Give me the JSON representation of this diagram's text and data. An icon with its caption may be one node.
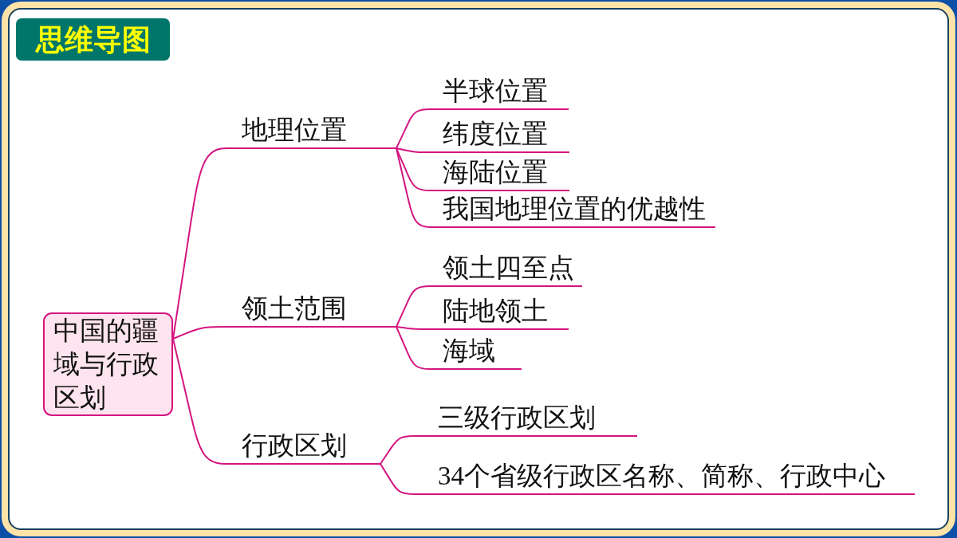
{
  "diagram": {
    "title": "思维导图",
    "nodes": [
      {
        "text": [
          "中国的疆域与行政区划"
        ]
      },
      {
        "text": [
          "地理位置"
        ]
      },
      {
        "text": [
          "半球位置"
        ]
      },
      {
        "text": [
          "纬度位置"
        ]
      },
      {
        "text": [
          "海陆位置"
        ]
      },
      {
        "text": [
          "我国地理位置的优越性"
        ]
      },
      {
        "text": [
          "领土范围"
        ]
      },
      {
        "text": [
          "领土四至点"
        ]
      },
      {
        "text": [
          "陆地领土"
        ]
      },
      {
        "text": [
          "海域"
        ]
      },
      {
        "text": [
          "行政区划"
        ]
      },
      {
        "text": [
          "三级行政区划"
        ]
      },
      {
        "text": [
          "34个省级行政区名称、简称、行政中心"
        ]
      }
    ],
    "edges": [
      {
        "from": 0,
        "to": 1,
        "arrow": "none"
      },
      {
        "from": 0,
        "to": 6,
        "arrow": "none"
      },
      {
        "from": 0,
        "to": 10,
        "arrow": "none"
      },
      {
        "from": 1,
        "to": 2,
        "arrow": "none"
      },
      {
        "from": 1,
        "to": 3,
        "arrow": "none"
      },
      {
        "from": 1,
        "to": 4,
        "arrow": "none"
      },
      {
        "from": 1,
        "to": 5,
        "arrow": "none"
      },
      {
        "from": 6,
        "to": 7,
        "arrow": "none"
      },
      {
        "from": 6,
        "to": 8,
        "arrow": "none"
      },
      {
        "from": 6,
        "to": 9,
        "arrow": "none"
      },
      {
        "from": 10,
        "to": 11,
        "arrow": "none"
      },
      {
        "from": 10,
        "to": 12,
        "arrow": "none"
      }
    ]
  }
}
